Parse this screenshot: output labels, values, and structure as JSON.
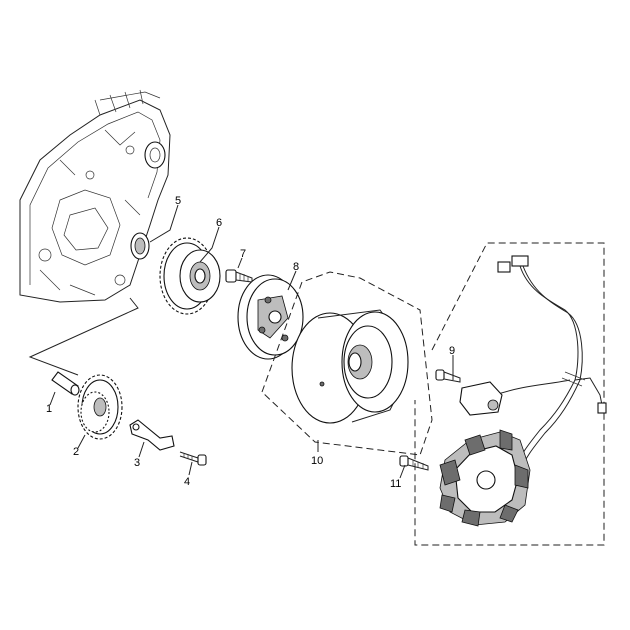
{
  "callouts": [
    {
      "num": "1"
    },
    {
      "num": "2"
    },
    {
      "num": "3"
    },
    {
      "num": "4"
    },
    {
      "num": "5"
    },
    {
      "num": "6"
    },
    {
      "num": "7"
    },
    {
      "num": "8"
    },
    {
      "num": "9"
    },
    {
      "num": "10"
    },
    {
      "num": "11"
    }
  ]
}
